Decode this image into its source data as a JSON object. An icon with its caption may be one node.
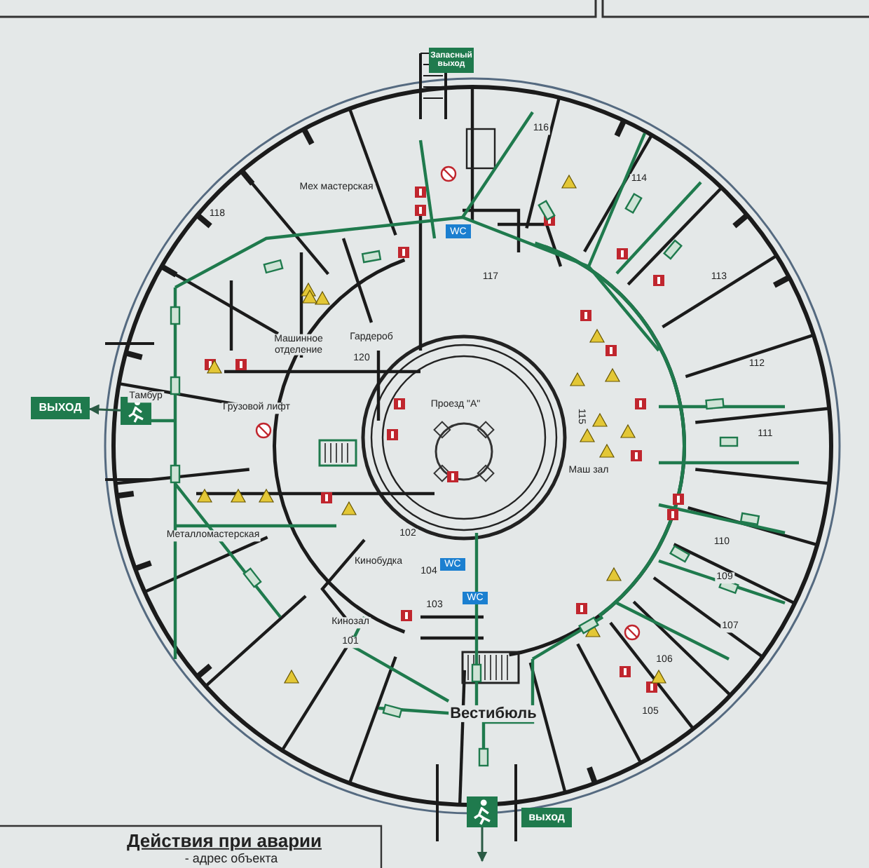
{
  "diagram": {
    "nodes": [
      {
        "text": [
          "Запасный выход"
        ]
      },
      {
        "text": [
          "ВЫХОД"
        ]
      },
      {
        "text": [
          "выход"
        ]
      },
      {
        "text": [],
        "shape": "picture"
      },
      {
        "text": [],
        "shape": "picture"
      },
      {
        "text": [
          "WC"
        ]
      },
      {
        "text": [
          "WC"
        ]
      },
      {
        "text": [
          "WC"
        ]
      }
    ],
    "edges": [
      {
        "from": 3,
        "to": 1,
        "arrow": "to"
      },
      {
        "from": 4,
        "to": null,
        "arrow": "to"
      }
    ],
    "labels": [
      "116",
      "Мех мастерская",
      "114",
      "118",
      "113",
      "117",
      "Гардероб",
      "Машинное отделение",
      "120",
      "112",
      "Тамбур",
      "Грузовой лифт",
      "Проезд \"А\"",
      "115",
      "111",
      "Маш зал",
      "Металломастерская",
      "102",
      "110",
      "Кинобудка",
      "104",
      "109",
      "103",
      "Кинозал",
      "101",
      "107",
      "106",
      "105",
      "Вестибюль",
      "Действия при аварии",
      "- адрес объекта"
    ]
  }
}
